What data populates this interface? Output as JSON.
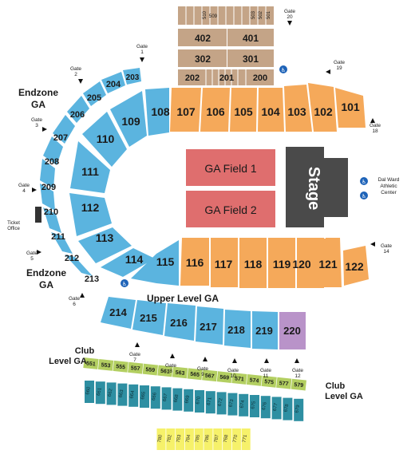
{
  "colors": {
    "blue": "#5bb4df",
    "orange": "#f5a95a",
    "tan": "#c4a487",
    "field": "#df6e6e",
    "stage": "#4a4a4a",
    "purple": "#b993c9",
    "green": "#b3cf61",
    "teal": "#2e8fa2",
    "yellow": "#f6f16a",
    "ada": "#1e63b8"
  },
  "map": {
    "top_tan": [
      {
        "rows": [
          "510",
          "509",
          "503",
          "502",
          "501"
        ]
      },
      {
        "sections": [
          "402",
          "401"
        ]
      },
      {
        "sections": [
          "302",
          "301"
        ]
      },
      {
        "sections": [
          "202",
          "201",
          "200"
        ]
      }
    ],
    "upper_orange": [
      "107",
      "106",
      "105",
      "104",
      "103",
      "102",
      "101"
    ],
    "lower_orange": [
      "116",
      "117",
      "118",
      "119",
      "120",
      "121",
      "122"
    ],
    "blue_bowl": [
      "203",
      "204",
      "205",
      "206",
      "207",
      "208",
      "209",
      "210",
      "211",
      "212",
      "213"
    ],
    "blue_inner": [
      "108",
      "109",
      "110",
      "111",
      "112",
      "113",
      "114",
      "115"
    ],
    "upper_level_sections": [
      "214",
      "215",
      "216",
      "217",
      "218",
      "219",
      "220"
    ],
    "club_sections": [
      "551",
      "553",
      "555",
      "557",
      "559",
      "561",
      "563",
      "565",
      "567",
      "569",
      "571",
      "574",
      "575",
      "577",
      "579"
    ],
    "teal_rows": [
      "660",
      "661",
      "662",
      "663",
      "664",
      "665",
      "666",
      "667",
      "668",
      "669",
      "670",
      "671",
      "672",
      "673",
      "674",
      "675",
      "676",
      "677",
      "678",
      "679"
    ],
    "yellow_rows": [
      "780",
      "782",
      "783",
      "784",
      "785",
      "786",
      "787",
      "768",
      "770",
      "771"
    ],
    "fields": [
      "GA Field 1",
      "GA Field 2"
    ],
    "stage": "Stage",
    "labels": {
      "endzone_ga": "Endzone GA",
      "endzone_ga_lower": "Endzone GA",
      "upper_level_ga": "Upper Level GA",
      "club_level_ga_left": "Club Level GA",
      "club_level_ga_right": "Club Level GA",
      "ticket_office": "Ticket Office",
      "dal_ward": "Dal Ward Athletic Center"
    },
    "gates": [
      "Gate 1",
      "Gate 2",
      "Gate 3",
      "Gate 4",
      "Gate 5",
      "Gate 6",
      "Gate 7",
      "Gate 8",
      "Gate 9",
      "Gate 10",
      "Gate 11",
      "Gate 12",
      "Gate 14",
      "Gate 18",
      "Gate 19",
      "Gate 20"
    ]
  }
}
